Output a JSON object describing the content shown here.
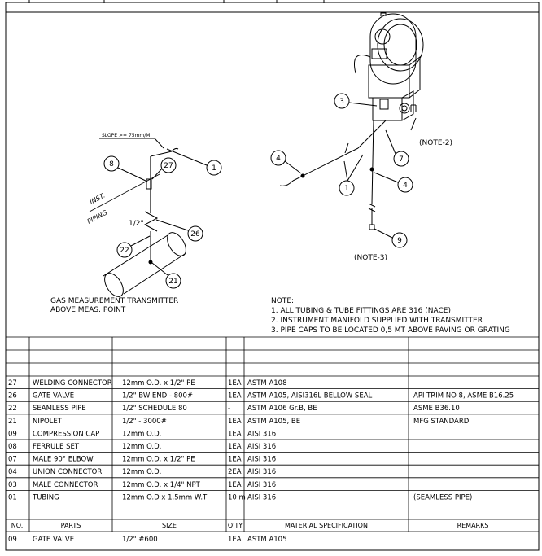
{
  "drawing": {
    "slope_note": "SLOPE >= 75mm/M",
    "inst_label": "INST.",
    "piping_label": "PIPING",
    "half_inch": "1/2\"",
    "left_caption": [
      "GAS MEASUREMENT TRANSMITTER",
      "ABOVE MEAS. POINT"
    ],
    "note2": "(NOTE-2)",
    "note3": "(NOTE-3)",
    "balloons_left": [
      "8",
      "27",
      "1",
      "26",
      "22",
      "21"
    ],
    "balloons_right": [
      "3",
      "4",
      "7",
      "1",
      "4",
      "9"
    ]
  },
  "notes": {
    "title": "NOTE:",
    "items": [
      "1. ALL TUBING & TUBE FITTINGS ARE 316 (NACE)",
      "2. INSTRUMENT MANIFOLD SUPPLIED WITH TRANSMITTER",
      "3. PIPE CAPS TO BE LOCATED 0,5 MT ABOVE PAVING OR GRATING"
    ]
  },
  "table": {
    "headers": [
      "NO.",
      "PARTS",
      "SIZE",
      "Q'TY",
      "MATERIAL SPECIFICATION",
      "REMARKS"
    ],
    "rows": [
      [
        "27",
        "WELDING CONNECTOR",
        "12mm O.D. x 1/2\" PE",
        "1EA",
        "ASTM A108",
        ""
      ],
      [
        "26",
        "GATE VALVE",
        "1/2\" BW END - 800#",
        "1EA",
        "ASTM A105, AISI316L BELLOW SEAL",
        "API TRIM NO 8, ASME B16.25"
      ],
      [
        "22",
        "SEAMLESS PIPE",
        "1/2\" SCHEDULE 80",
        "-",
        "ASTM A106 Gr.B, BE",
        "ASME B36.10"
      ],
      [
        "21",
        "NIPOLET",
        "1/2\" - 3000#",
        "1EA",
        "ASTM A105, BE",
        "MFG STANDARD"
      ],
      [
        "09",
        "COMPRESSION CAP",
        "12mm O.D.",
        "1EA",
        "AISI 316",
        ""
      ],
      [
        "08",
        "FERRULE SET",
        "12mm O.D.",
        "1EA",
        "AISI 316",
        ""
      ],
      [
        "07",
        "MALE 90° ELBOW",
        "12mm O.D. x 1/2\" PE",
        "1EA",
        "AISI 316",
        ""
      ],
      [
        "04",
        "UNION CONNECTOR",
        "12mm O.D.",
        "2EA",
        "AISI 316",
        ""
      ],
      [
        "03",
        "MALE CONNECTOR",
        "12mm O.D. x 1/4\" NPT",
        "1EA",
        "AISI 316",
        ""
      ],
      [
        "01",
        "TUBING",
        "12mm O.D x 1.5mm W.T",
        "10 m",
        "AISI 316",
        "(SEAMLESS PIPE)"
      ]
    ],
    "footer_row": [
      "09",
      "GATE VALVE",
      "1/2\" #600",
      "1EA",
      "ASTM A105",
      ""
    ]
  }
}
